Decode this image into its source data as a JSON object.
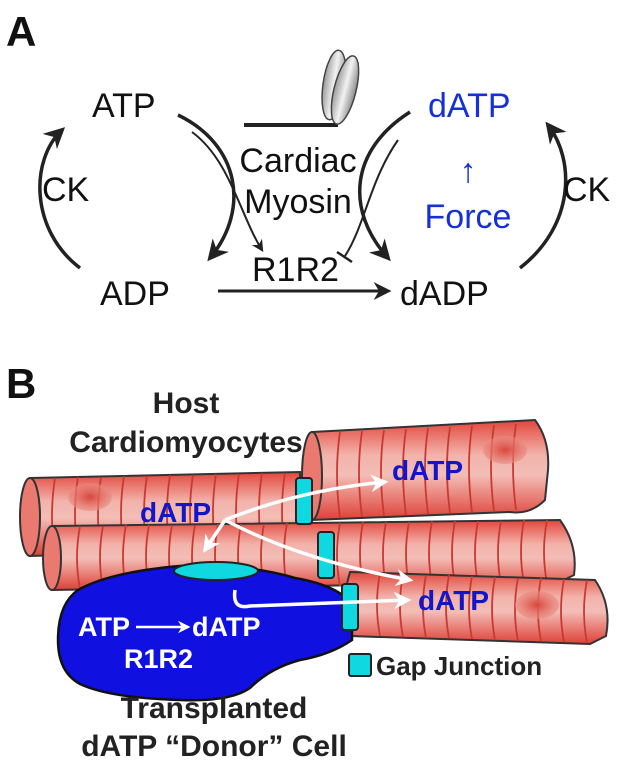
{
  "panel_a": {
    "letter": "A",
    "atp": "ATP",
    "adp": "ADP",
    "datp": "dATP",
    "dadp": "dADP",
    "ck_left": "CK",
    "ck_right": "CK",
    "myosin_line1": "Cardiac",
    "myosin_line2": "Myosin",
    "force_arrow": "↑",
    "force": "Force",
    "enzyme": "R1R2",
    "colors": {
      "text": "#111111",
      "blue": "#1530d8"
    }
  },
  "panel_b": {
    "letter": "B",
    "host_line1": "Host",
    "host_line2": "Cardiomyocytes",
    "datp_left": "dATP",
    "datp_top": "dATP",
    "datp_right": "dATP",
    "donor_reaction_left": "ATP",
    "donor_reaction_right": "dATP",
    "donor_enzyme": "R1R2",
    "legend_label": "Gap Junction",
    "donor_line1": "Transplanted",
    "donor_line2": "dATP “Donor” Cell",
    "colors": {
      "cell": "#e8544c",
      "donor": "#1010e0",
      "gap_junction": "#10d8e0",
      "label_blue": "#1414c8"
    }
  }
}
